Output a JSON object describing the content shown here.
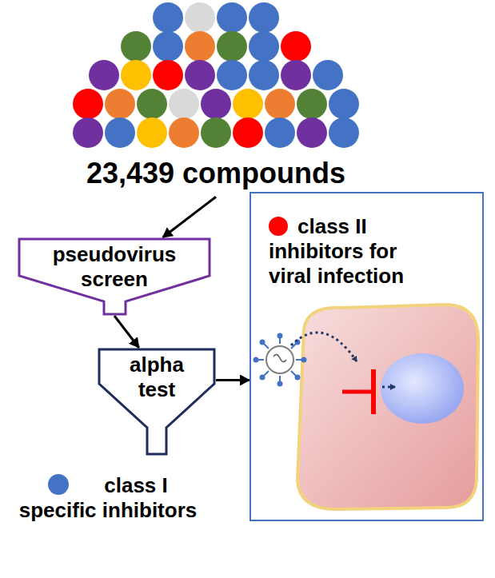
{
  "diagram": {
    "nodes": [
      {
        "text": [
          "23,439 compounds"
        ]
      },
      {
        "text": [
          "pseudovirus screen"
        ]
      },
      {
        "text": [
          "alpha test"
        ]
      },
      {
        "text": [
          "class II inhibitors for viral infection"
        ]
      }
    ],
    "edges": [
      {
        "from": 0,
        "to": 1,
        "arrow": "to"
      },
      {
        "from": 1,
        "to": 2,
        "arrow": "to"
      },
      {
        "from": 2,
        "to": 3,
        "arrow": "to"
      }
    ],
    "labels": [
      "class I specific inhibitors"
    ]
  }
}
